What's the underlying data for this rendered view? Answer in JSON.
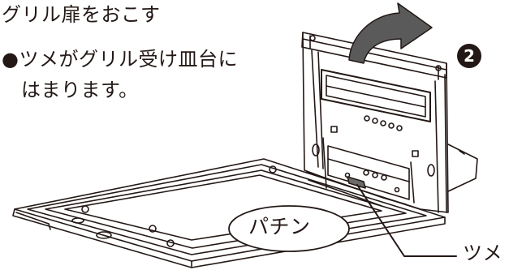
{
  "instructions": {
    "heading": "グリル扉をおこす",
    "bullet_line1": "●ツメがグリル受け皿台に",
    "bullet_line2": "はまります。"
  },
  "step_badge": "2",
  "callout": {
    "label": "パチン"
  },
  "pointer": {
    "label": "ツメ"
  }
}
